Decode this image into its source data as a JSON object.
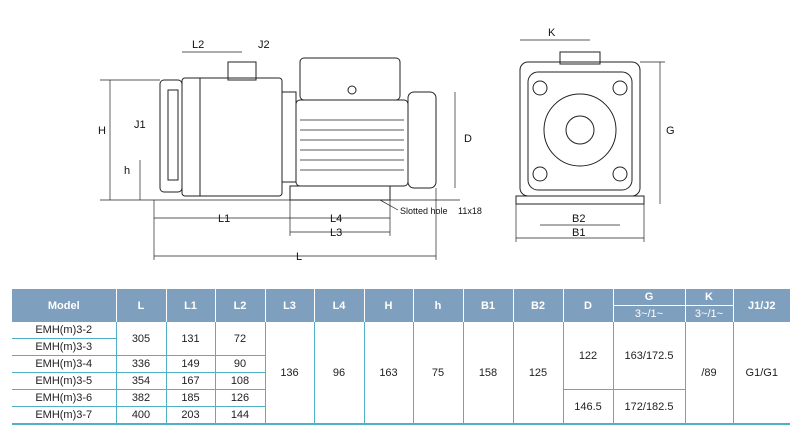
{
  "drawing": {
    "side_labels": {
      "L2": "L2",
      "J2": "J2",
      "H": "H",
      "J1": "J1",
      "h": "h",
      "D": "D",
      "L1": "L1",
      "L4": "L4",
      "L3": "L3",
      "L": "L",
      "slotted_hole": "Slotted hole",
      "slot_size": "11x18"
    },
    "front_labels": {
      "K": "K",
      "G": "G",
      "B2": "B2",
      "B1": "B1"
    }
  },
  "table": {
    "headers": {
      "model": "Model",
      "L": "L",
      "L1": "L1",
      "L2": "L2",
      "L3": "L3",
      "L4": "L4",
      "H": "H",
      "h": "h",
      "B1": "B1",
      "B2": "B2",
      "D": "D",
      "G": "G",
      "G_sub": "3~/1~",
      "K": "K",
      "K_sub": "3~/1~",
      "J": "J1/J2"
    },
    "models": [
      "EMH(m)3-2",
      "EMH(m)3-3",
      "EMH(m)3-4",
      "EMH(m)3-5",
      "EMH(m)3-6",
      "EMH(m)3-7"
    ],
    "L": [
      "305",
      "336",
      "354",
      "382",
      "400"
    ],
    "L1": [
      "131",
      "149",
      "167",
      "185",
      "203"
    ],
    "L2": [
      "72",
      "90",
      "108",
      "126",
      "144"
    ],
    "L3": "136",
    "L4": "96",
    "H": "163",
    "h": "75",
    "B1": "158",
    "B2": "125",
    "D": [
      "122",
      "146.5"
    ],
    "G": [
      "163/172.5",
      "172/182.5"
    ],
    "K": "/89",
    "J": "G1/G1"
  }
}
